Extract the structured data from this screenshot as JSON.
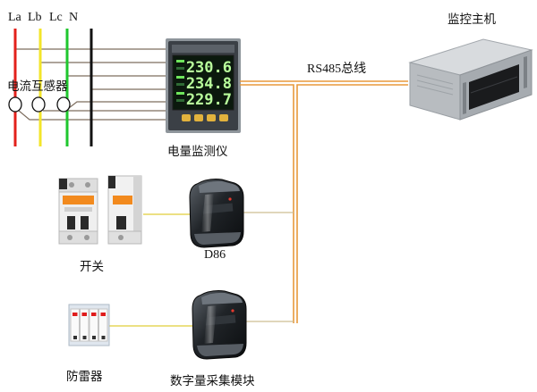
{
  "phase_labels": {
    "la": "La",
    "lb": "Lb",
    "lc": "Lc",
    "n": "N"
  },
  "current_transformer": {
    "label": "电流互感器"
  },
  "power_meter": {
    "label": "电量监测仪",
    "readings": [
      "230.6",
      "234.8",
      "229.7"
    ]
  },
  "bus": {
    "label": "RS485总线"
  },
  "host": {
    "label": "监控主机"
  },
  "switch": {
    "label": "开关"
  },
  "d86_module": {
    "label": "D86"
  },
  "surge_protector": {
    "label": "防雷器"
  },
  "digital_input_module": {
    "label": "数字量采集模块"
  },
  "colors": {
    "phase_a": "#e3201b",
    "phase_b": "#f3e52a",
    "phase_c": "#1fc72e",
    "neutral": "#111111",
    "bus": "#e8993b",
    "signal": "#e6d65a",
    "wiring": "#7d6d5e"
  }
}
